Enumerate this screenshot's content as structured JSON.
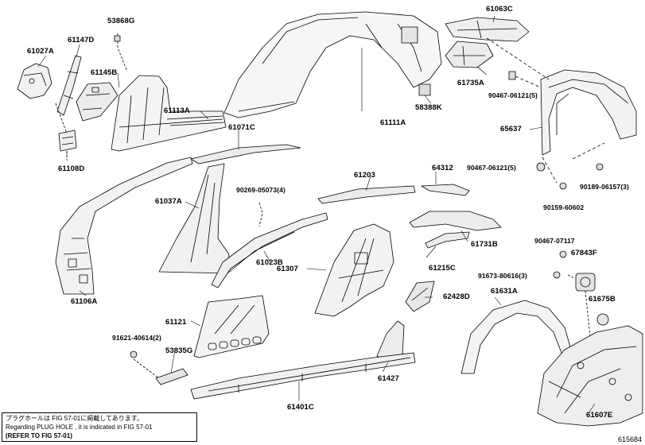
{
  "diagram": {
    "labels": {
      "p53868G": "53868G",
      "p61027A": "61027A",
      "p61147D": "61147D",
      "p61145B": "61145B",
      "p61113A": "61113A",
      "p61108D": "61108D",
      "p61071C": "61071C",
      "p61111A": "61111A",
      "p58388K": "58388K",
      "p61063C": "61063C",
      "p61735A": "61735A",
      "p90467_06121_5a": "90467-06121(5)",
      "p65637": "65637",
      "p90467_06121_5b": "90467-06121(5)",
      "p90189_06157_3": "90189-06157(3)",
      "p90159_60602": "90159-60602",
      "p61037A": "61037A",
      "p90269_05073_4": "90269-05073(4)",
      "p61203": "61203",
      "p64312": "64312",
      "p61731B": "61731B",
      "p61023B": "61023B",
      "p61307": "61307",
      "p61215C": "61215C",
      "p61106A": "61106A",
      "p62428D": "62428D",
      "p90467_07117": "90467-07117",
      "p67843F": "67843F",
      "p91673_80616_3": "91673-80616(3)",
      "p61631A": "61631A",
      "p61675B": "61675B",
      "p61121": "61121",
      "p91621_40614_2": "91621-40614(2)",
      "p53835G": "53835G",
      "p61427": "61427",
      "p61401C": "61401C",
      "p61607E": "61607E"
    },
    "note": {
      "line1": "プラグホールは FIG 57-01に掲載してあります。",
      "line2": "Regarding PLUG HOLE , it is indicated in FIG 57-01",
      "line3": "(REFER TO FIG 57-01)"
    },
    "figure_id": "615684"
  }
}
